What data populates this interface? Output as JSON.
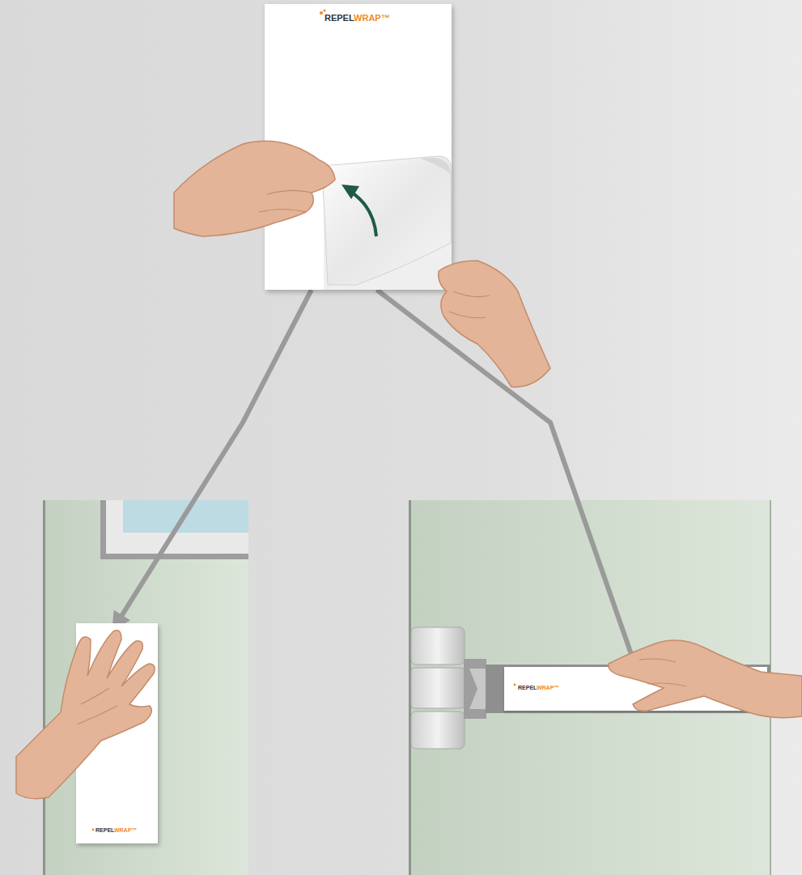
{
  "diagram": {
    "nodes": [
      {
        "text": [
          "REPEL",
          "WRAP™"
        ]
      },
      {
        "text": [
          "REPEL",
          "WRAP™"
        ]
      },
      {
        "text": [
          "REPEL",
          "WRAP™"
        ]
      }
    ],
    "edges": [
      {
        "from": 0,
        "to": 1,
        "arrow": "to"
      },
      {
        "from": 0,
        "to": 2,
        "arrow": "to"
      }
    ]
  }
}
